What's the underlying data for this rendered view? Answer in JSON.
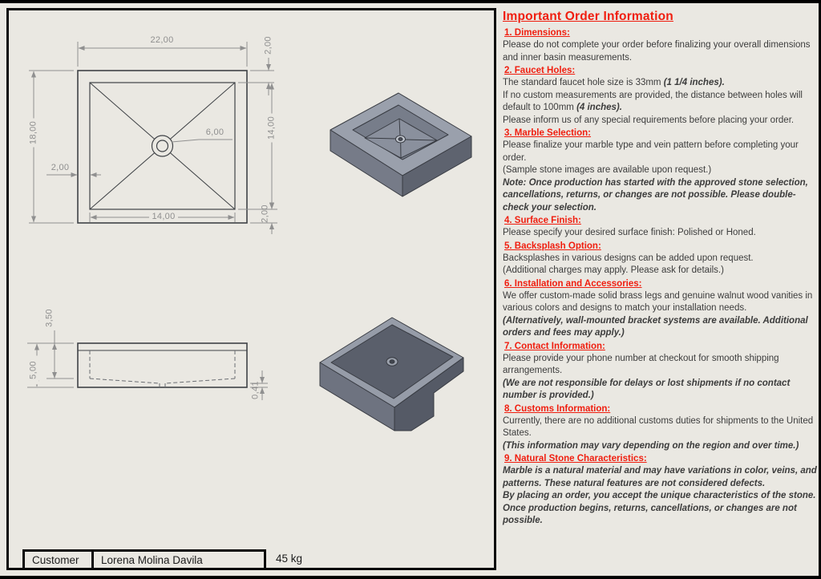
{
  "colors": {
    "bg": "#eae8e2",
    "red": "#f01e0f",
    "text": "#3c3c3c",
    "dim": "#8f8f8f"
  },
  "drawing": {
    "top_view": {
      "overall_width": "22,00",
      "overall_depth": "18,00",
      "rim_top": "2,00",
      "rim_left": "2,00",
      "drain_diameter": "6,00",
      "basin_width": "14,00",
      "basin_depth": "14,00",
      "rim_bottom": "2,00"
    },
    "side_view": {
      "basin_inner_depth": "3,50",
      "overall_height": "5,00",
      "bottom_thickness": "0,41"
    },
    "title_block": {
      "label": "Customer",
      "value": "Lorena Molina Davila",
      "weight": "45 kg"
    }
  },
  "info_panel": {
    "title": "Important Order Information",
    "items": [
      {
        "heading": "1. Dimensions:",
        "paras": [
          [
            {
              "t": "Please do not complete your order before finalizing your overall dimensions and inner basin measurements.",
              "s": "n"
            }
          ]
        ]
      },
      {
        "heading": "2. Faucet Holes:",
        "paras": [
          [
            {
              "t": "The standard faucet hole size is 33mm ",
              "s": "n"
            },
            {
              "t": "(1 1/4 inches).",
              "s": "bi"
            }
          ],
          [
            {
              "t": "If no custom measurements are provided, the distance between holes will default to 100mm ",
              "s": "n"
            },
            {
              "t": "(4 inches).",
              "s": "bi"
            }
          ],
          [
            {
              "t": "Please inform us of any special requirements before placing your order.",
              "s": "n"
            }
          ]
        ]
      },
      {
        "heading": "3. Marble Selection:",
        "paras": [
          [
            {
              "t": "Please finalize your marble type and vein pattern before completing your order.",
              "s": "n"
            }
          ],
          [
            {
              "t": "(Sample stone images are available upon request.)",
              "s": "n"
            }
          ],
          [
            {
              "t": "Note: Once production has started with the approved stone selection, cancellations, returns, or changes are not possible. Please double-check your selection.",
              "s": "bi"
            }
          ]
        ]
      },
      {
        "heading": "4. Surface Finish:",
        "paras": [
          [
            {
              "t": "Please specify your desired surface finish: Polished or Honed.",
              "s": "n"
            }
          ]
        ]
      },
      {
        "heading": "5. Backsplash Option:",
        "paras": [
          [
            {
              "t": "Backsplashes in various designs can be added upon request.",
              "s": "n"
            }
          ],
          [
            {
              "t": "(Additional charges may apply. Please ask for details.)",
              "s": "n"
            }
          ]
        ]
      },
      {
        "heading": "6. Installation and Accessories:",
        "paras": [
          [
            {
              "t": "We offer custom-made solid brass legs and genuine walnut wood vanities in various colors and designs to match your installation needs.",
              "s": "n"
            }
          ],
          [
            {
              "t": "(Alternatively, wall-mounted bracket systems are available. Additional orders and fees may apply.)",
              "s": "bi"
            }
          ]
        ]
      },
      {
        "heading": "7. Contact Information:",
        "paras": [
          [
            {
              "t": "Please provide your phone number at checkout for smooth shipping arrangements.",
              "s": "n"
            }
          ],
          [
            {
              "t": "(We are not responsible for delays or lost shipments if no contact number is provided.)",
              "s": "bi"
            }
          ]
        ]
      },
      {
        "heading": "8. Customs Information:",
        "paras": [
          [
            {
              "t": "Currently, there are no additional customs duties for shipments to the United States.",
              "s": "n"
            }
          ],
          [
            {
              "t": "(This information may vary depending on the region and over time.)",
              "s": "bi"
            }
          ]
        ]
      },
      {
        "heading": "9. Natural Stone Characteristics:",
        "paras": [
          [
            {
              "t": "Marble is a natural material and may have variations in color, veins, and patterns. These natural features are not considered defects.",
              "s": "bi"
            }
          ],
          [
            {
              "t": "By placing an order, you accept the unique characteristics of the stone. Once production begins, returns, cancellations, or changes are not possible.",
              "s": "bi"
            }
          ]
        ]
      }
    ]
  }
}
